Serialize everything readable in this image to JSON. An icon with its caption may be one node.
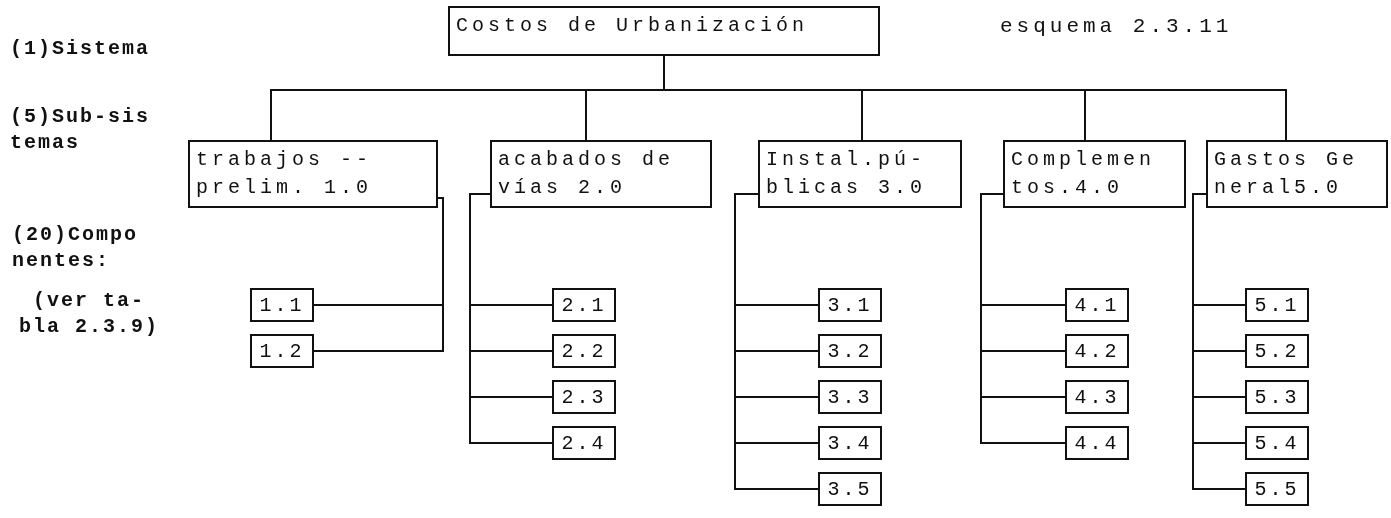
{
  "diagram": {
    "nodes": [
      {
        "text": [
          "Costos de Urbanización"
        ]
      },
      {
        "text": [
          "trabajos -- prelim. 1.0"
        ]
      },
      {
        "text": [
          "acabados de vías 2.0"
        ]
      },
      {
        "text": [
          "Instal.pú- blicas 3.0"
        ]
      },
      {
        "text": [
          "Complemen tos.4.0"
        ]
      },
      {
        "text": [
          "Gastos Ge neral5.0"
        ]
      },
      {
        "text": [
          "1.1"
        ]
      },
      {
        "text": [
          "1.2"
        ]
      },
      {
        "text": [
          "2.1"
        ]
      },
      {
        "text": [
          "2.2"
        ]
      },
      {
        "text": [
          "2.3"
        ]
      },
      {
        "text": [
          "2.4"
        ]
      },
      {
        "text": [
          "3.1"
        ]
      },
      {
        "text": [
          "3.2"
        ]
      },
      {
        "text": [
          "3.3"
        ]
      },
      {
        "text": [
          "3.4"
        ]
      },
      {
        "text": [
          "3.5"
        ]
      },
      {
        "text": [
          "4.1"
        ]
      },
      {
        "text": [
          "4.2"
        ]
      },
      {
        "text": [
          "4.3"
        ]
      },
      {
        "text": [
          "4.4"
        ]
      },
      {
        "text": [
          "5.1"
        ]
      },
      {
        "text": [
          "5.2"
        ]
      },
      {
        "text": [
          "5.3"
        ]
      },
      {
        "text": [
          "5.4"
        ]
      },
      {
        "text": [
          "5.5"
        ]
      }
    ],
    "edges": [
      {
        "from": 0,
        "to": 1,
        "arrow": "none"
      },
      {
        "from": 0,
        "to": 2,
        "arrow": "none"
      },
      {
        "from": 0,
        "to": 3,
        "arrow": "none"
      },
      {
        "from": 0,
        "to": 4,
        "arrow": "none"
      },
      {
        "from": 0,
        "to": 5,
        "arrow": "none"
      },
      {
        "from": 1,
        "to": 6,
        "arrow": "none"
      },
      {
        "from": 1,
        "to": 7,
        "arrow": "none"
      },
      {
        "from": 2,
        "to": 8,
        "arrow": "none"
      },
      {
        "from": 2,
        "to": 9,
        "arrow": "none"
      },
      {
        "from": 2,
        "to": 10,
        "arrow": "none"
      },
      {
        "from": 2,
        "to": 11,
        "arrow": "none"
      },
      {
        "from": 3,
        "to": 12,
        "arrow": "none"
      },
      {
        "from": 3,
        "to": 13,
        "arrow": "none"
      },
      {
        "from": 3,
        "to": 14,
        "arrow": "none"
      },
      {
        "from": 3,
        "to": 15,
        "arrow": "none"
      },
      {
        "from": 3,
        "to": 16,
        "arrow": "none"
      },
      {
        "from": 4,
        "to": 17,
        "arrow": "none"
      },
      {
        "from": 4,
        "to": 18,
        "arrow": "none"
      },
      {
        "from": 4,
        "to": 19,
        "arrow": "none"
      },
      {
        "from": 4,
        "to": 20,
        "arrow": "none"
      },
      {
        "from": 5,
        "to": 21,
        "arrow": "none"
      },
      {
        "from": 5,
        "to": 22,
        "arrow": "none"
      },
      {
        "from": 5,
        "to": 23,
        "arrow": "none"
      },
      {
        "from": 5,
        "to": 24,
        "arrow": "none"
      },
      {
        "from": 5,
        "to": 25,
        "arrow": "none"
      }
    ],
    "labels": [
      "esquema 2.3.11",
      "(1)Sistema",
      "(5)Sub-sis temas",
      "(20)Compo nentes:",
      "(ver ta- bla 2.3.9)"
    ]
  }
}
